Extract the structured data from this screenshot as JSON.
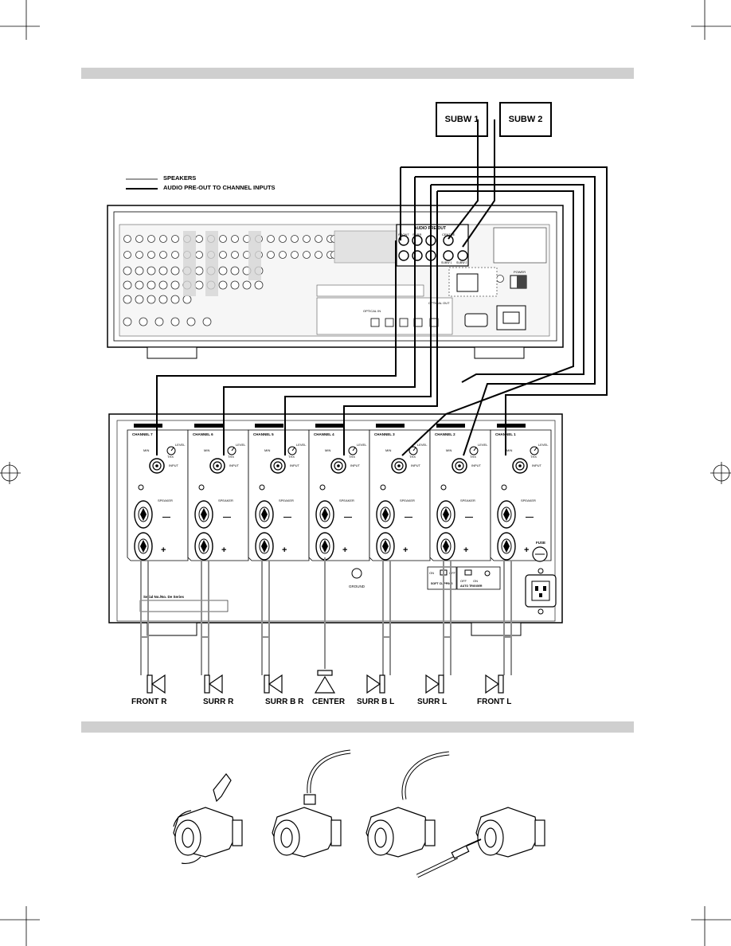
{
  "subwoofers": [
    {
      "label": "SUBW 1"
    },
    {
      "label": "SUBW 2"
    }
  ],
  "legend": {
    "speakers": "SPEAKERS",
    "audio_preout": "AUDIO PRE-OUT TO CHANNEL INPUTS"
  },
  "amplifier": {
    "channels": [
      {
        "label": "CHANNEL 7"
      },
      {
        "label": "CHANNEL 6"
      },
      {
        "label": "CHANNEL 5"
      },
      {
        "label": "CHANNEL 4"
      },
      {
        "label": "CHANNEL 3"
      },
      {
        "label": "CHANNEL 2"
      },
      {
        "label": "CHANNEL 1"
      }
    ],
    "level": "LEVEL",
    "min": "MIN",
    "thx": "THX",
    "input": "INPUT",
    "speaker": "SPEAKER",
    "fuse": "FUSE",
    "ground": "GROUND",
    "soft_clipping": "SOFT CLIPPING",
    "auto_trigger": "AUTO TRIGGER",
    "on": "ON",
    "off": "OFF",
    "serial": "Serial No./No. De Series"
  },
  "receiver": {
    "preout": "AUDIO PRE-OUT",
    "front": "FRONT",
    "surr": "SURR",
    "center": "CENTRE",
    "subw1": "SUBW 1",
    "subw2": "SUBW 2",
    "power": "POWER",
    "optical_in": "OPTICAL IN",
    "optical_out": "OPTICAL OUT"
  },
  "speakers": [
    {
      "label": "FRONT  R"
    },
    {
      "label": "SURR  R"
    },
    {
      "label": "SURR B R"
    },
    {
      "label": "CENTER"
    },
    {
      "label": "SURR B L"
    },
    {
      "label": "SURR  L"
    },
    {
      "label": "FRONT  L"
    }
  ]
}
